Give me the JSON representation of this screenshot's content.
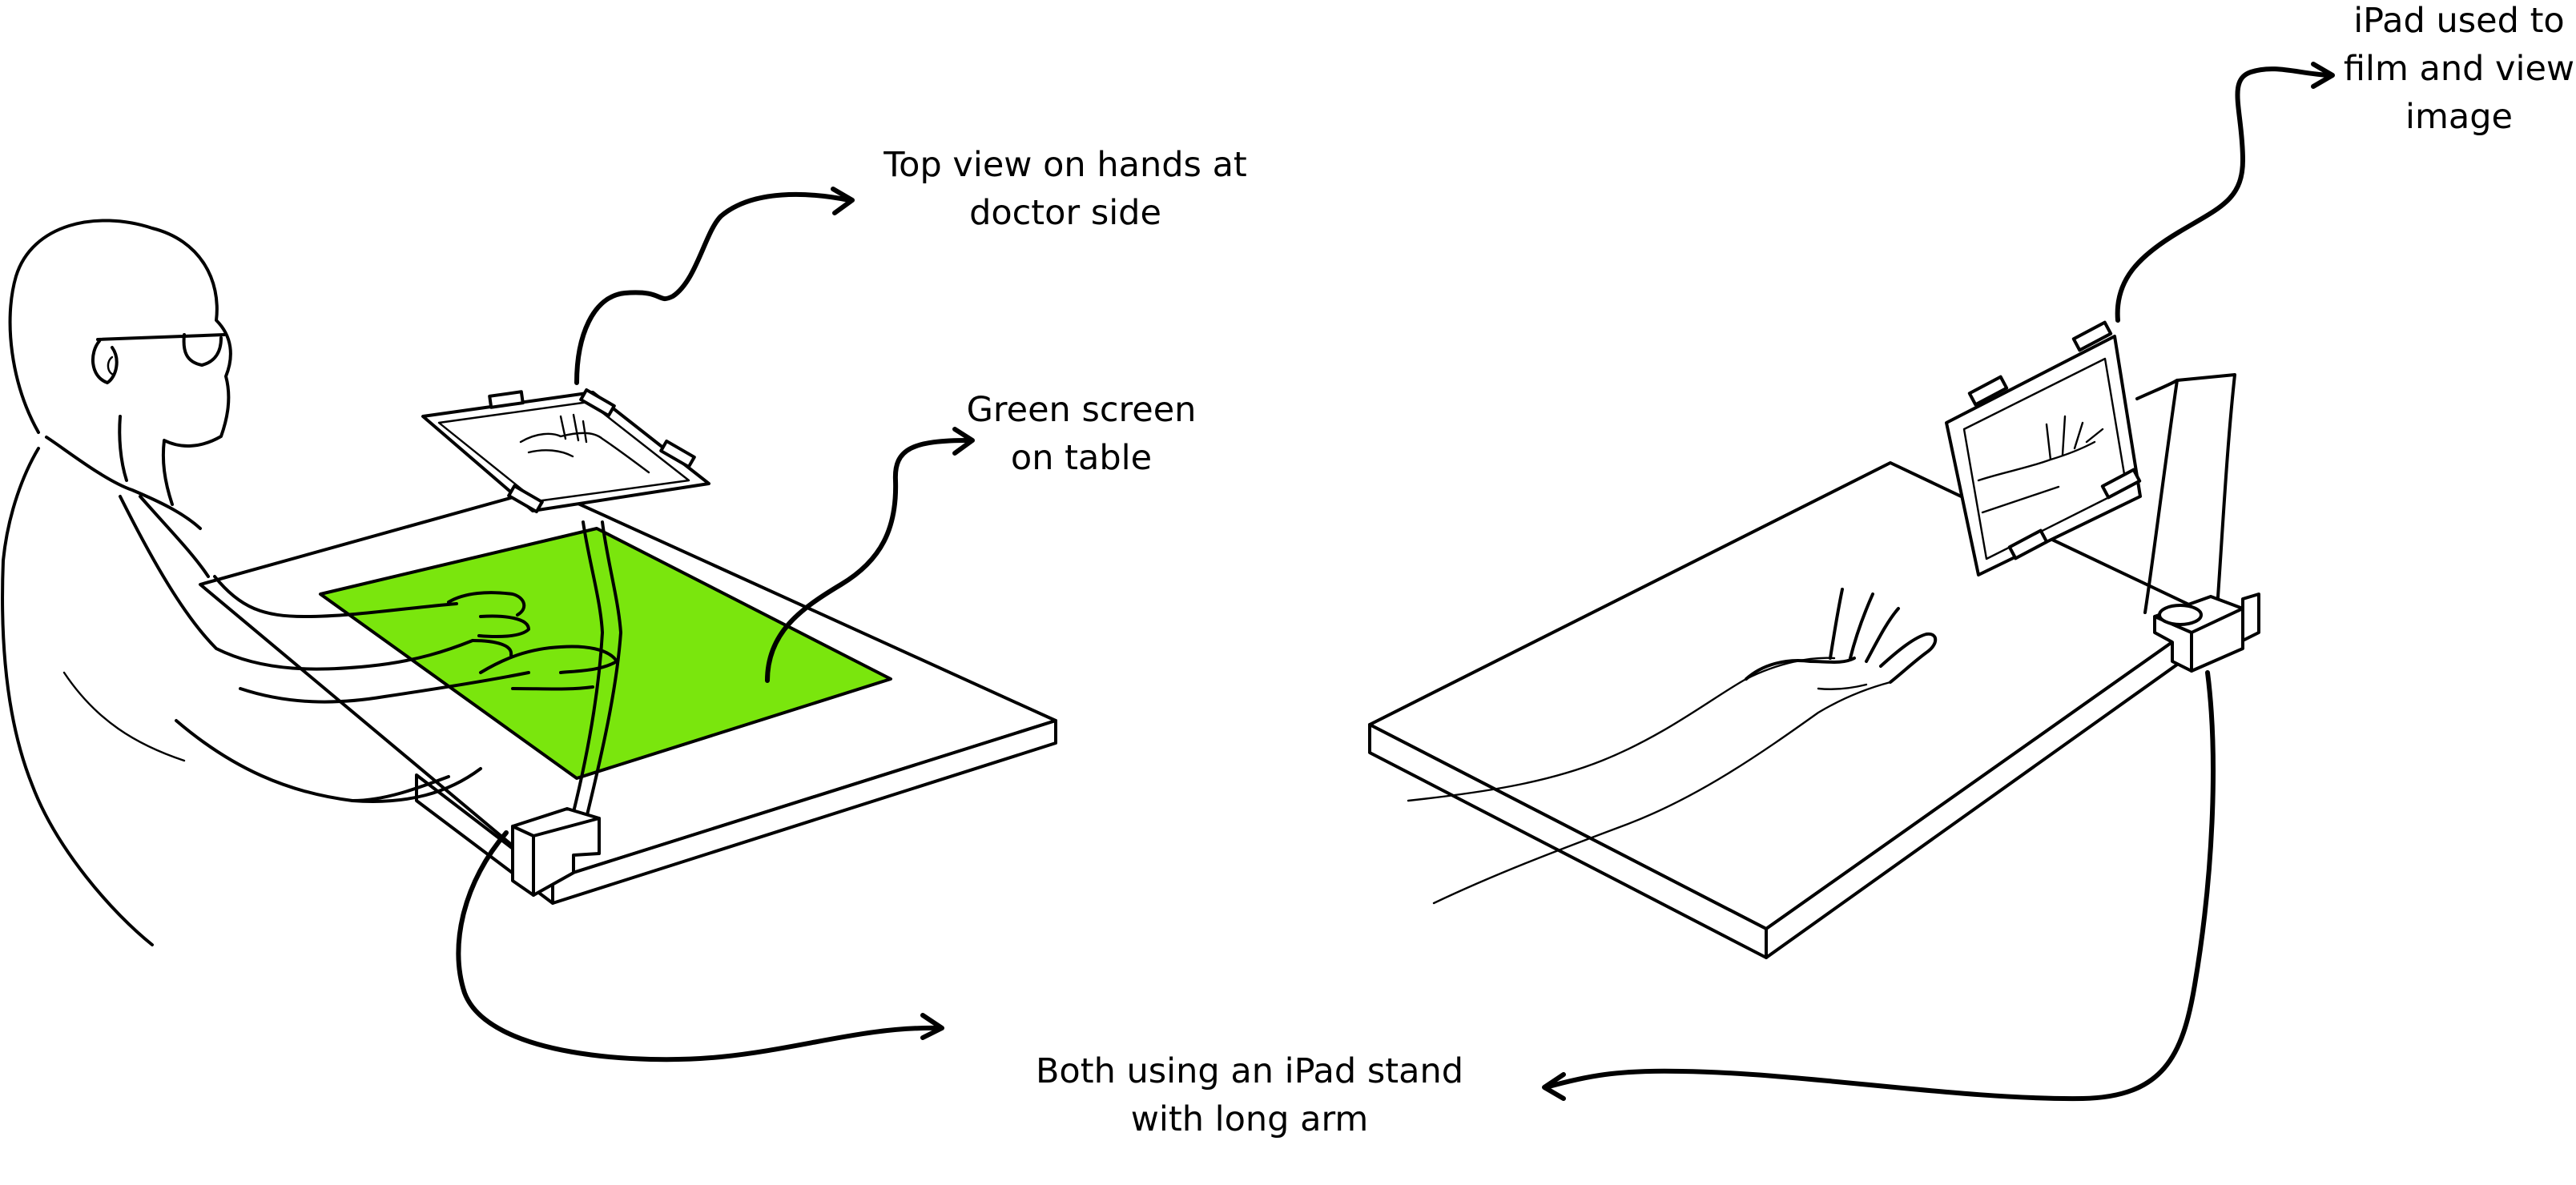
{
  "annotations": {
    "top_view": [
      "Top view on hands at",
      "doctor side"
    ],
    "green_screen": [
      "Green screen",
      "on table"
    ],
    "ipad_used": [
      "iPad used to",
      "film and view",
      "image"
    ],
    "both_using": [
      "Both using an  iPad stand",
      "with long arm"
    ]
  },
  "colors": {
    "green_screen": "#7ae60d",
    "stroke": "#000000",
    "background": "#ffffff"
  }
}
